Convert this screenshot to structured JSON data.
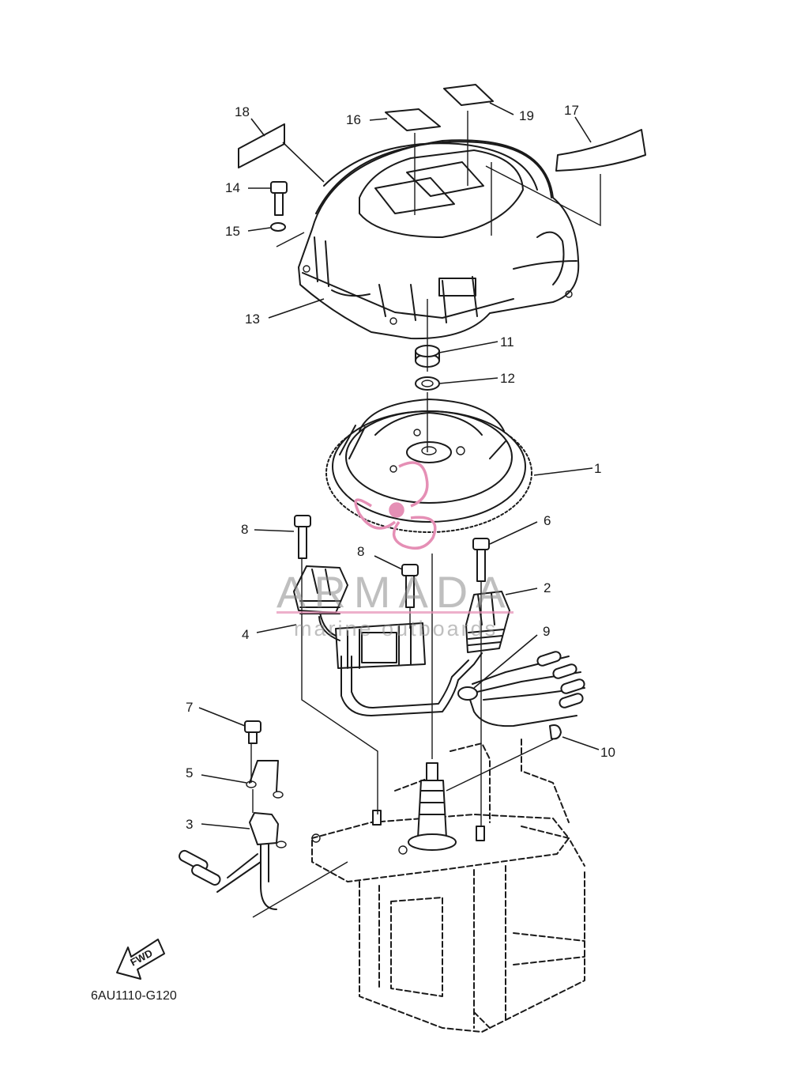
{
  "diagram": {
    "drawing_code": "6AU1110-G120",
    "fwd_label": "FWD",
    "callouts": [
      {
        "id": "c1",
        "label": "1"
      },
      {
        "id": "c2",
        "label": "2"
      },
      {
        "id": "c3",
        "label": "3"
      },
      {
        "id": "c4",
        "label": "4"
      },
      {
        "id": "c5",
        "label": "5"
      },
      {
        "id": "c6",
        "label": "6"
      },
      {
        "id": "c7",
        "label": "7"
      },
      {
        "id": "c8a",
        "label": "8"
      },
      {
        "id": "c8b",
        "label": "8"
      },
      {
        "id": "c9",
        "label": "9"
      },
      {
        "id": "c10",
        "label": "10"
      },
      {
        "id": "c11",
        "label": "11"
      },
      {
        "id": "c12",
        "label": "12"
      },
      {
        "id": "c13",
        "label": "13"
      },
      {
        "id": "c14",
        "label": "14"
      },
      {
        "id": "c15",
        "label": "15"
      },
      {
        "id": "c16",
        "label": "16"
      },
      {
        "id": "c17",
        "label": "17"
      },
      {
        "id": "c18",
        "label": "18"
      },
      {
        "id": "c19",
        "label": "19"
      }
    ]
  },
  "watermark": {
    "brand": "ARMADA",
    "tagline": "marine outboards",
    "accent_color": "#e58fb5"
  }
}
